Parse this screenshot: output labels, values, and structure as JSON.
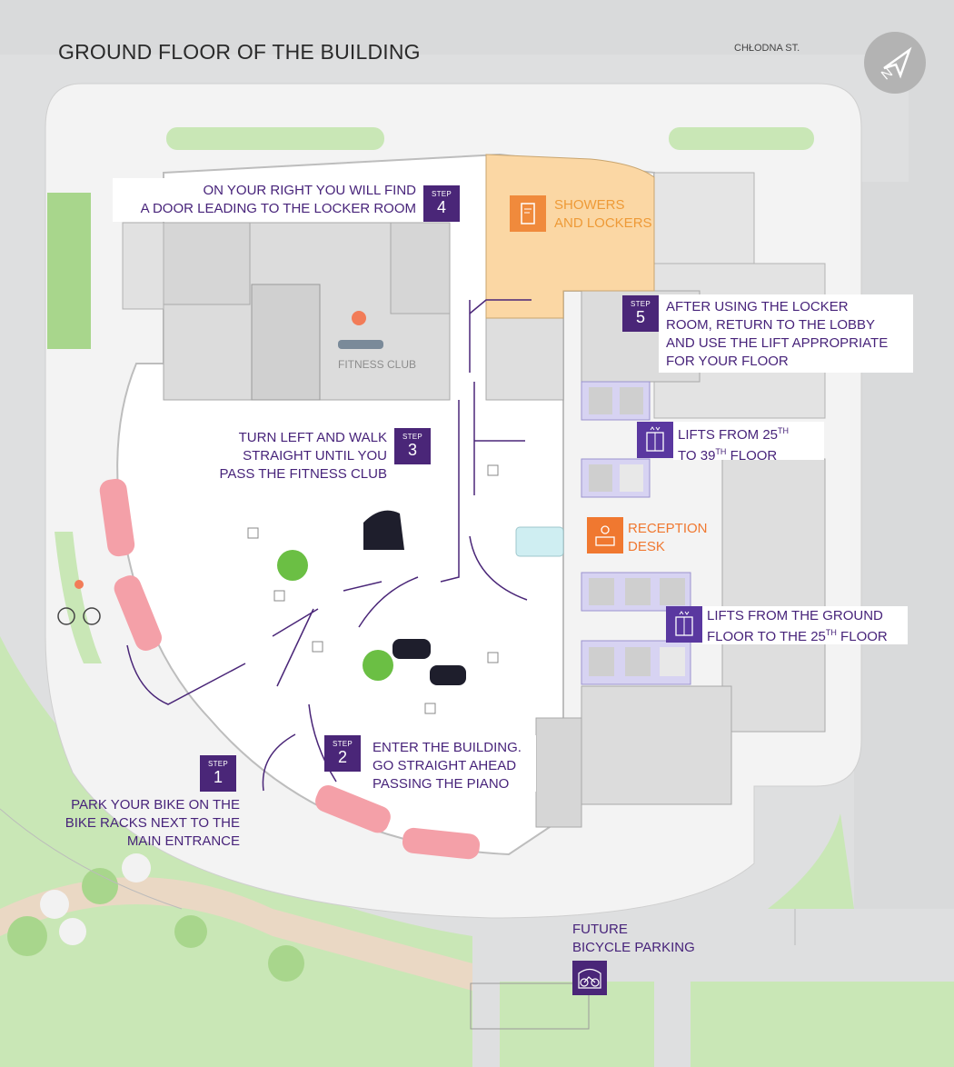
{
  "title": "GROUND FLOOR OF THE BUILDING",
  "street": "CHŁODNA ST.",
  "compass_letter": "N",
  "step_word": "STEP",
  "steps": [
    {
      "number": "1",
      "lines": [
        "PARK YOUR BIKE ON THE",
        "BIKE RACKS NEXT TO THE",
        "MAIN ENTRANCE"
      ]
    },
    {
      "number": "2",
      "lines": [
        "ENTER THE BUILDING.",
        "GO STRAIGHT AHEAD",
        "PASSING THE PIANO"
      ]
    },
    {
      "number": "3",
      "lines": [
        "TURN LEFT AND WALK",
        "STRAIGHT UNTIL YOU",
        "PASS THE FITNESS CLUB"
      ]
    },
    {
      "number": "4",
      "lines": [
        "ON YOUR RIGHT YOU WILL FIND",
        "A DOOR LEADING TO THE LOCKER ROOM"
      ]
    },
    {
      "number": "5",
      "lines": [
        "AFTER USING THE LOCKER",
        "ROOM, RETURN TO THE LOBBY",
        "AND USE THE LIFT APPROPRIATE",
        "FOR YOUR FLOOR"
      ]
    }
  ],
  "places": {
    "showers": [
      "SHOWERS",
      "AND LOCKERS"
    ],
    "fitness": "FITNESS CLUB",
    "reception": [
      "RECEPTION",
      "DESK"
    ],
    "lifts_high": {
      "line1": "LIFTS FROM 25",
      "sup": "TH",
      "line2": "TO 39",
      "sup2": "TH",
      "line2_end": " FLOOR"
    },
    "lifts_low": {
      "line1": "LIFTS FROM THE GROUND",
      "line2": "FLOOR TO THE 25",
      "sup": "TH",
      "line2_end": " FLOOR"
    },
    "bike_parking": [
      "FUTURE",
      "BICYCLE PARKING"
    ]
  },
  "colors": {
    "purple": "#4a2678",
    "orange": "#f07830",
    "locker_fill": "#fbd7a4",
    "lift_fill": "#d7d3f2",
    "rack_pink": "#f4a0a8",
    "green": "#c9e7b6",
    "ground": "#efefef",
    "road": "#d9dadb"
  },
  "icons": [
    "compass-icon",
    "locker-icon",
    "reception-icon",
    "lift-icon",
    "bicycle-icon"
  ]
}
